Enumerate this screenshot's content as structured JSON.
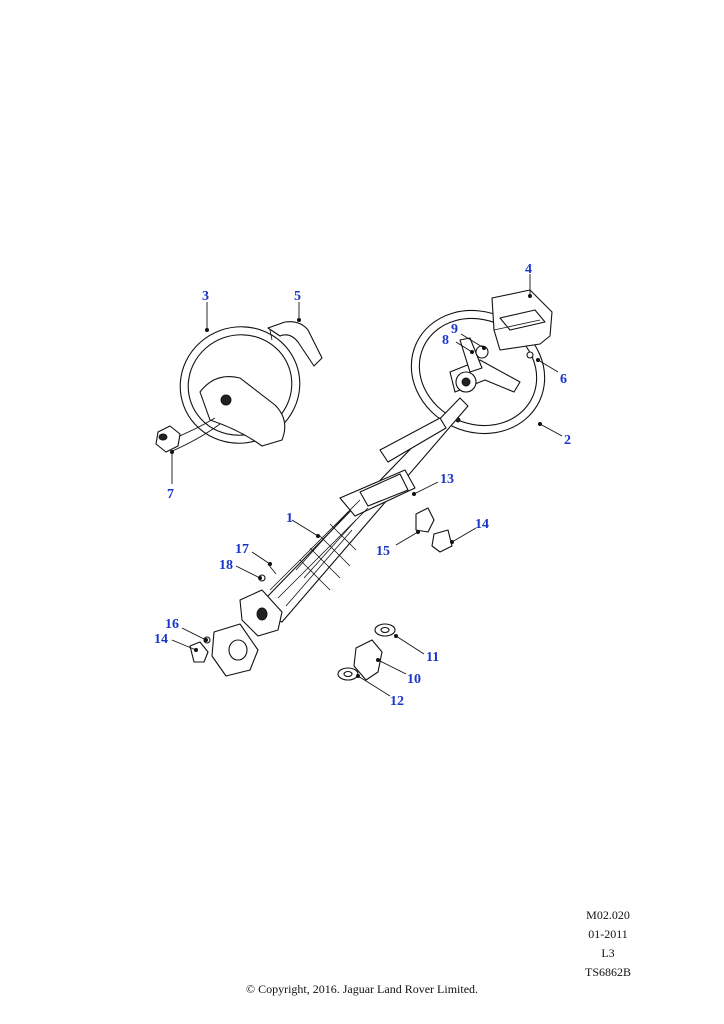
{
  "callouts": [
    {
      "id": "1",
      "label": "1"
    },
    {
      "id": "2",
      "label": "2"
    },
    {
      "id": "3",
      "label": "3"
    },
    {
      "id": "4",
      "label": "4"
    },
    {
      "id": "5",
      "label": "5"
    },
    {
      "id": "6",
      "label": "6"
    },
    {
      "id": "7",
      "label": "7"
    },
    {
      "id": "8",
      "label": "8"
    },
    {
      "id": "9",
      "label": "9"
    },
    {
      "id": "10",
      "label": "10"
    },
    {
      "id": "11",
      "label": "11"
    },
    {
      "id": "12",
      "label": "12"
    },
    {
      "id": "13",
      "label": "13"
    },
    {
      "id": "14a",
      "label": "14"
    },
    {
      "id": "14b",
      "label": "14"
    },
    {
      "id": "15",
      "label": "15"
    },
    {
      "id": "16",
      "label": "16"
    },
    {
      "id": "17",
      "label": "17"
    },
    {
      "id": "18",
      "label": "18"
    }
  ],
  "meta": {
    "ref": "M02.020",
    "date": "01-2011",
    "level": "L3",
    "drawing": "TS6862B"
  },
  "copyright": "© Copyright, 2016. Jaguar Land Rover Limited.",
  "colors": {
    "callout": "#1a35c8",
    "ink": "#111111"
  }
}
